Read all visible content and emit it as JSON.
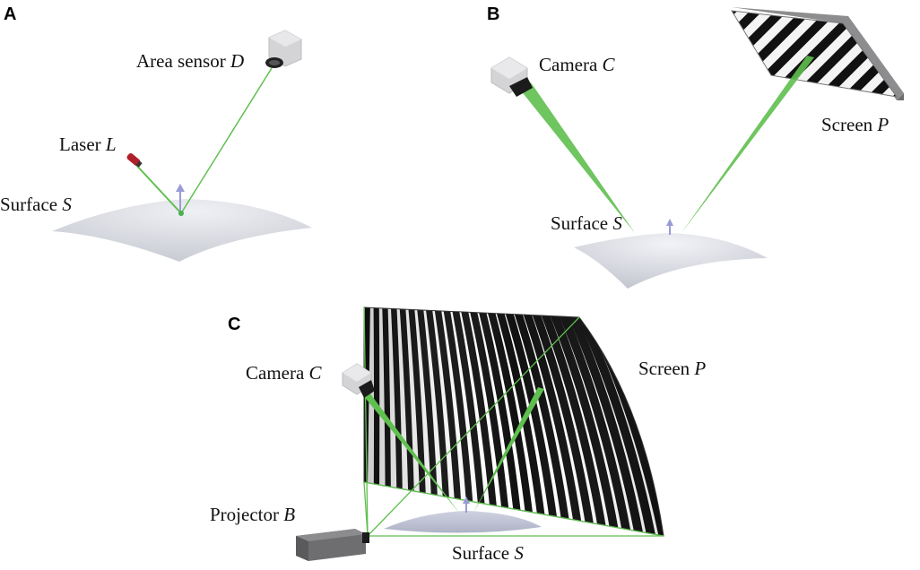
{
  "panels": [
    {
      "letter": "A",
      "labels": {
        "area_sensor": "Area sensor",
        "area_sensor_var": "D",
        "laser": "Laser",
        "laser_var": "L",
        "surface": "Surface",
        "surface_var": "S"
      }
    },
    {
      "letter": "B",
      "labels": {
        "camera": "Camera",
        "camera_var": "C",
        "screen": "Screen",
        "screen_var": "P",
        "surface": "Surface",
        "surface_var": "S"
      }
    },
    {
      "letter": "C",
      "labels": {
        "camera": "Camera",
        "camera_var": "C",
        "screen": "Screen",
        "screen_var": "P",
        "projector": "Projector",
        "projector_var": "B",
        "surface": "Surface",
        "surface_var": "S"
      }
    }
  ],
  "colors": {
    "ray": "#5fbf4f",
    "surface": "#dcdde3",
    "normal_arrow": "#9a9ad6",
    "device": "#d6d6d8",
    "laser_body": "#b0202a",
    "stripe_dark": "#111111"
  }
}
